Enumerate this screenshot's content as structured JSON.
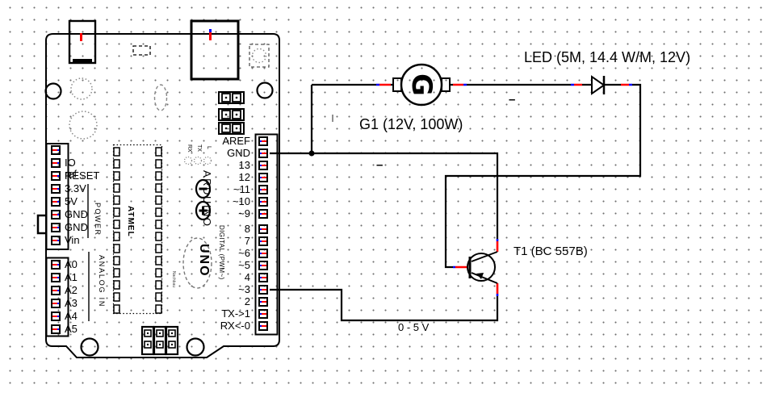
{
  "colors": {
    "wire": "#000000",
    "pin_lead_red": "#ff0000",
    "pin_tip_blue": "#0000ff",
    "silkscreen_gray": "#8a8a8a",
    "grid_dot": "#6f6f6f",
    "marker_red": "#ff0000"
  },
  "labels": {
    "g1": "G1 (12V, 100W)",
    "led": "LED (5M, 14.4 W/M, 12V)",
    "t1": "T1 (BC 557B)",
    "range": "0 - 5 V",
    "minus_top": "–",
    "minus_mid": "–"
  },
  "g1_symbol": "G",
  "board": {
    "silkscreen": {
      "power": "POWER",
      "analog_in": "ANALOG IN",
      "digital": "DIGITAL (PWM~)",
      "arduino": "ARDUINO",
      "uno": "UNO",
      "atmel": "ATMEL",
      "chip_side_text": "Nachbau",
      "led_rx": "RX",
      "led_tx": "TX",
      "led_l": "L"
    },
    "headers": {
      "power_pins": [
        "",
        "IO ref",
        "RESET",
        "3.3V",
        "5V",
        "GND",
        "GND",
        "Vin"
      ],
      "analog_pins": [
        "A0",
        "A1",
        "A2",
        "A3",
        "A4",
        "A5"
      ],
      "digital_pins": [
        "AREF",
        "GND",
        "13",
        "12",
        "~11",
        "~10",
        "~9",
        "8",
        "7",
        "~6",
        "~5",
        "4",
        "~3",
        "2",
        "TX->1",
        "RX<-0"
      ]
    }
  }
}
